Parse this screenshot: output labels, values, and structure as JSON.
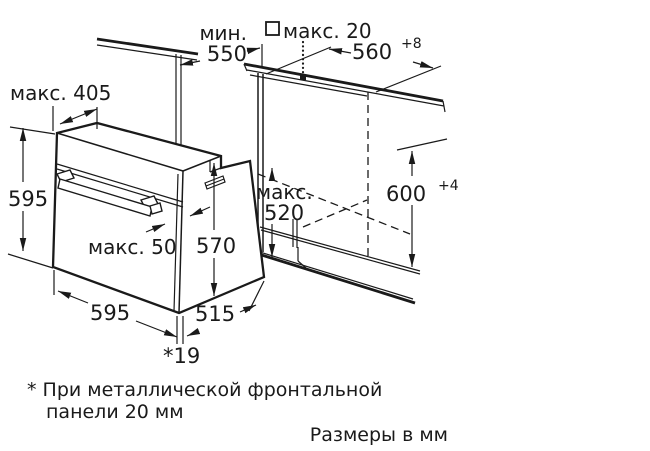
{
  "diagram": {
    "title_implicit": "Built-in oven installation dimensions drawing",
    "colors": {
      "ink": "#1a1a1a",
      "background": "#ffffff"
    },
    "dims": {
      "min550": {
        "word": "мин.",
        "num": "550"
      },
      "max20": {
        "label": "макс. 20",
        "symbol": "square-outline-icon"
      },
      "w560": {
        "num": "560",
        "sup": "+8"
      },
      "max405": {
        "label": "макс. 405"
      },
      "h595": {
        "num": "595"
      },
      "max520": {
        "word": "макс.",
        "num": "520"
      },
      "h600": {
        "num": "600",
        "sup": "+4"
      },
      "d570": {
        "num": "570"
      },
      "max50": {
        "label": "макс. 50"
      },
      "w595": {
        "num": "595"
      },
      "d515": {
        "num": "515"
      },
      "t19": {
        "num": "*19"
      }
    },
    "notes": {
      "footnote_line1": "* При металлической фронтальной",
      "footnote_line2": "панели 20 мм",
      "units": "Размеры в мм"
    }
  }
}
